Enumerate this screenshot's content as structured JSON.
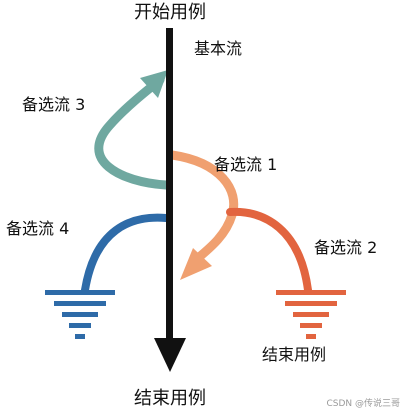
{
  "diagram": {
    "start_label": "开始用例",
    "end_label": "结束用例",
    "basic_flow_label": "基本流",
    "alt_flow_1_label": "备选流 1",
    "alt_flow_2_label": "备选流 2",
    "alt_flow_3_label": "备选流 3",
    "alt_flow_4_label": "备选流 4",
    "alt_end_label": "结束用例"
  },
  "watermark": "CSDN @传说三哥",
  "colors": {
    "main_line": "#111111",
    "alt_flow_1": "#F0A070",
    "alt_flow_2": "#E2643F",
    "alt_flow_3": "#6FA8A0",
    "alt_flow_4": "#2E6BA8"
  }
}
